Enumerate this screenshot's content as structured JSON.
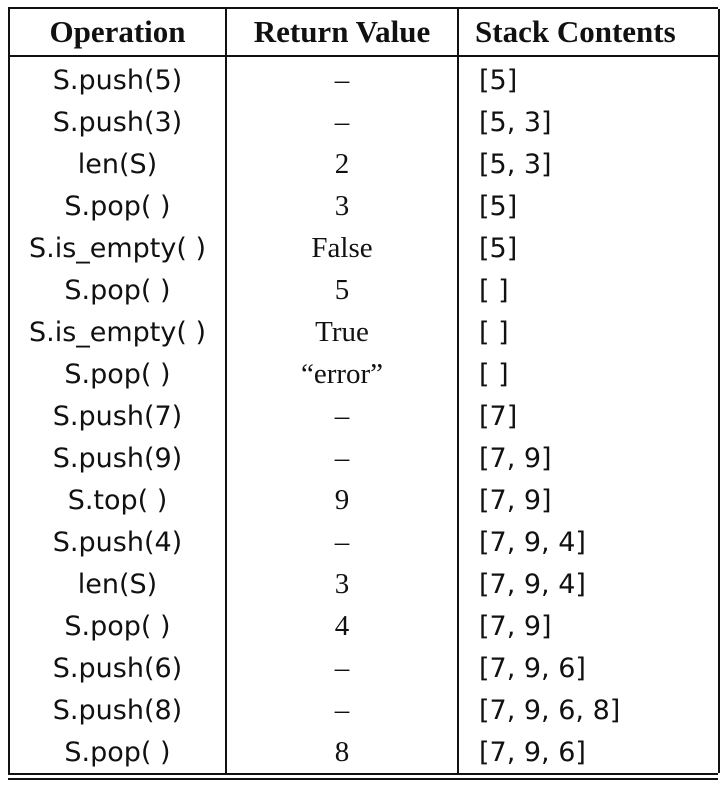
{
  "table": {
    "headers": {
      "operation": "Operation",
      "return_value": "Return Value",
      "stack_contents": "Stack Contents"
    },
    "rows": [
      {
        "operation": "S.push(5)",
        "return_value": "–",
        "stack_contents": "[5]"
      },
      {
        "operation": "S.push(3)",
        "return_value": "–",
        "stack_contents": "[5, 3]"
      },
      {
        "operation": "len(S)",
        "return_value": "2",
        "stack_contents": "[5, 3]"
      },
      {
        "operation": "S.pop( )",
        "return_value": "3",
        "stack_contents": "[5]"
      },
      {
        "operation": "S.is_empty( )",
        "return_value": "False",
        "stack_contents": "[5]"
      },
      {
        "operation": "S.pop( )",
        "return_value": "5",
        "stack_contents": "[ ]"
      },
      {
        "operation": "S.is_empty( )",
        "return_value": "True",
        "stack_contents": "[ ]"
      },
      {
        "operation": "S.pop( )",
        "return_value": "“error”",
        "stack_contents": "[ ]"
      },
      {
        "operation": "S.push(7)",
        "return_value": "–",
        "stack_contents": "[7]"
      },
      {
        "operation": "S.push(9)",
        "return_value": "–",
        "stack_contents": "[7, 9]"
      },
      {
        "operation": "S.top( )",
        "return_value": "9",
        "stack_contents": "[7, 9]"
      },
      {
        "operation": "S.push(4)",
        "return_value": "–",
        "stack_contents": "[7, 9, 4]"
      },
      {
        "operation": "len(S)",
        "return_value": "3",
        "stack_contents": "[7, 9, 4]"
      },
      {
        "operation": "S.pop( )",
        "return_value": "4",
        "stack_contents": "[7, 9]"
      },
      {
        "operation": "S.push(6)",
        "return_value": "–",
        "stack_contents": "[7, 9, 6]"
      },
      {
        "operation": "S.push(8)",
        "return_value": "–",
        "stack_contents": "[7, 9, 6, 8]"
      },
      {
        "operation": "S.pop( )",
        "return_value": "8",
        "stack_contents": "[7, 9, 6]"
      }
    ]
  }
}
